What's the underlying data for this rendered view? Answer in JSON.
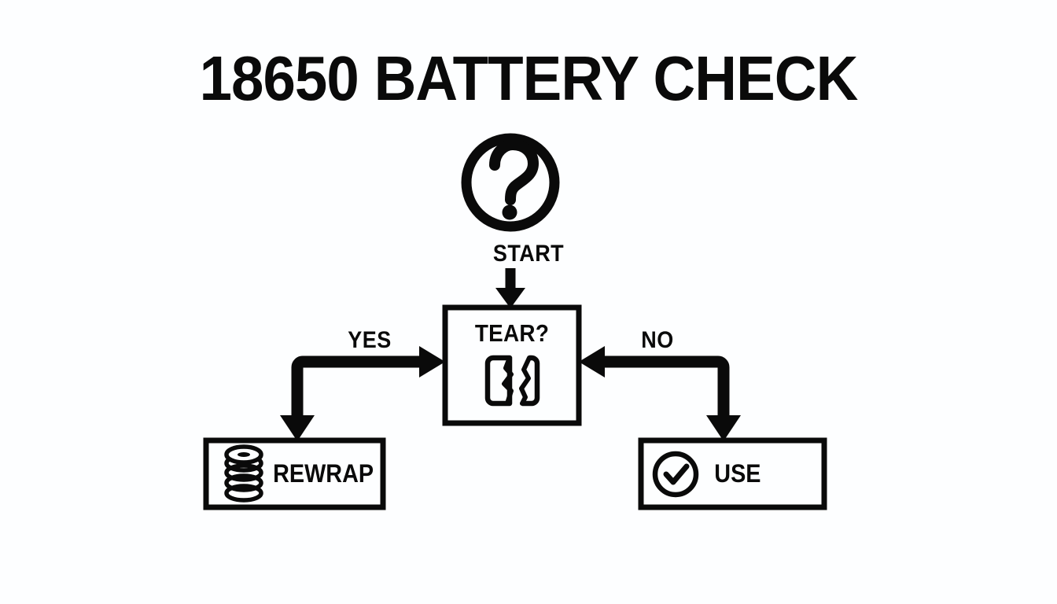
{
  "diagram": {
    "title": "18650 BATTERY CHECK",
    "type": "flowchart",
    "background_color": "#fdfeff",
    "stroke_color": "#0a0a0a",
    "nodes": [
      {
        "id": "start",
        "label": "START",
        "shape": "circle",
        "icon": "question-mark-icon"
      },
      {
        "id": "tear",
        "label": "TEAR?",
        "shape": "rectangle",
        "icon": "torn-wrap-icon"
      },
      {
        "id": "rewrap",
        "label": "REWRAP",
        "shape": "rectangle",
        "icon": "coil-stack-icon"
      },
      {
        "id": "use",
        "label": "USE",
        "shape": "rectangle",
        "icon": "check-circle-icon"
      }
    ],
    "edges": [
      {
        "id": "start-to-tear",
        "from": "start",
        "to": "tear",
        "label": ""
      },
      {
        "id": "tear-yes-rewrap",
        "from": "tear",
        "to": "rewrap",
        "label": "YES"
      },
      {
        "id": "tear-no-use",
        "from": "tear",
        "to": "use",
        "label": "NO"
      }
    ]
  }
}
